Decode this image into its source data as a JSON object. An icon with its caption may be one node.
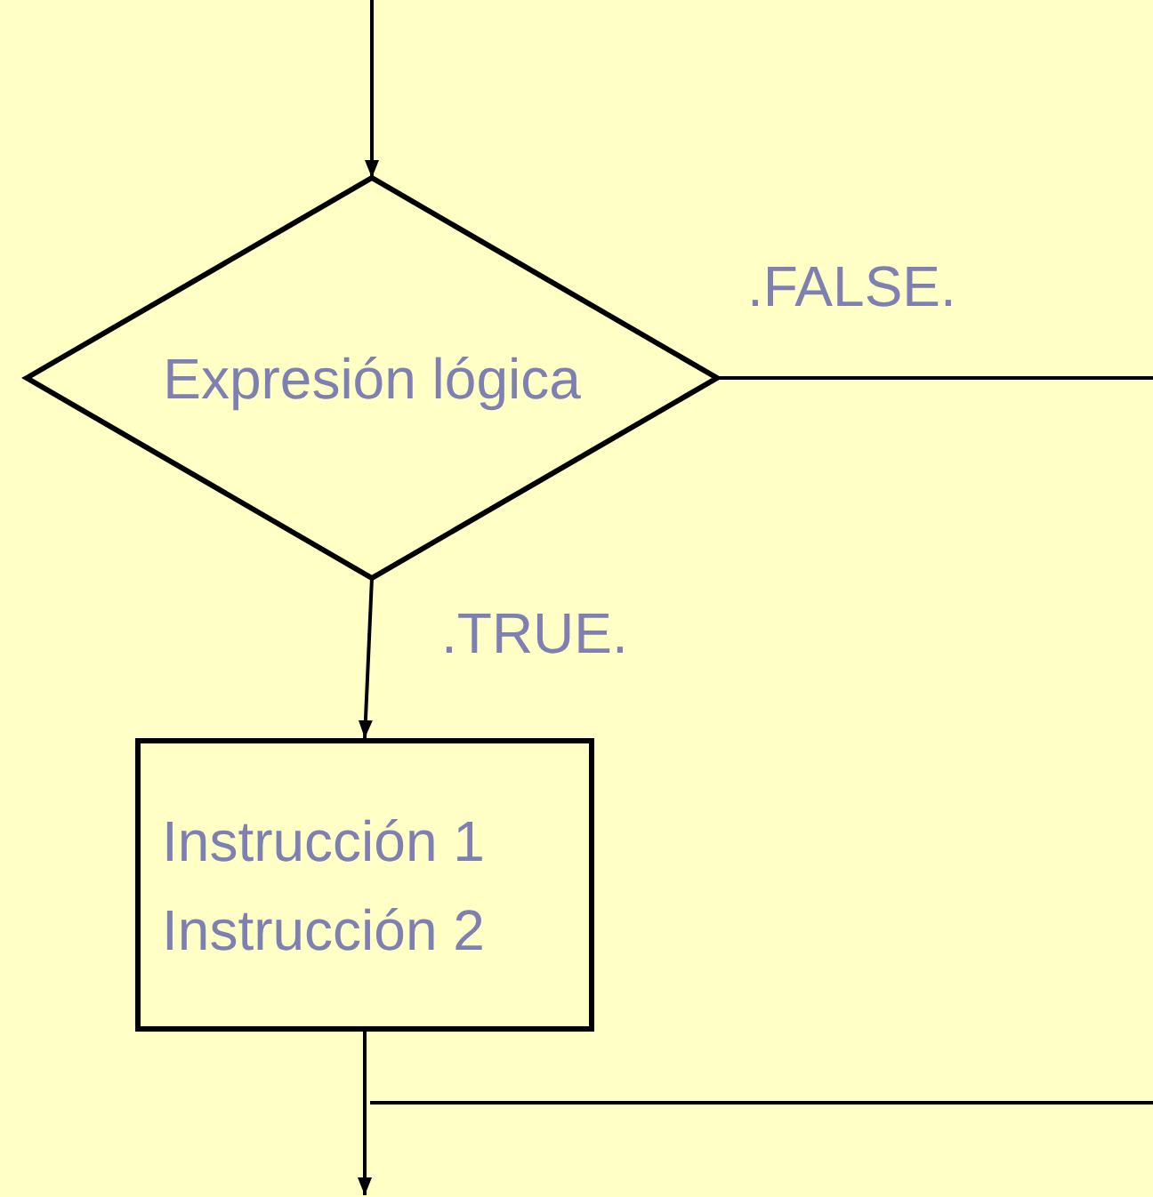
{
  "diagram": {
    "nodes": [
      {
        "text": [
          "Expresión lógica"
        ]
      },
      {
        "text": [
          "Instrucción 1",
          "Instrucción 2"
        ]
      }
    ],
    "edges": [
      {
        "from": null,
        "to": 0,
        "arrow": "to"
      },
      {
        "from": 0,
        "to": 1,
        "arrow": "to",
        "label": ".TRUE."
      },
      {
        "from": 0,
        "to": null,
        "arrow": "none",
        "label": ".FALSE."
      },
      {
        "from": 1,
        "to": null,
        "arrow": "to"
      }
    ]
  }
}
